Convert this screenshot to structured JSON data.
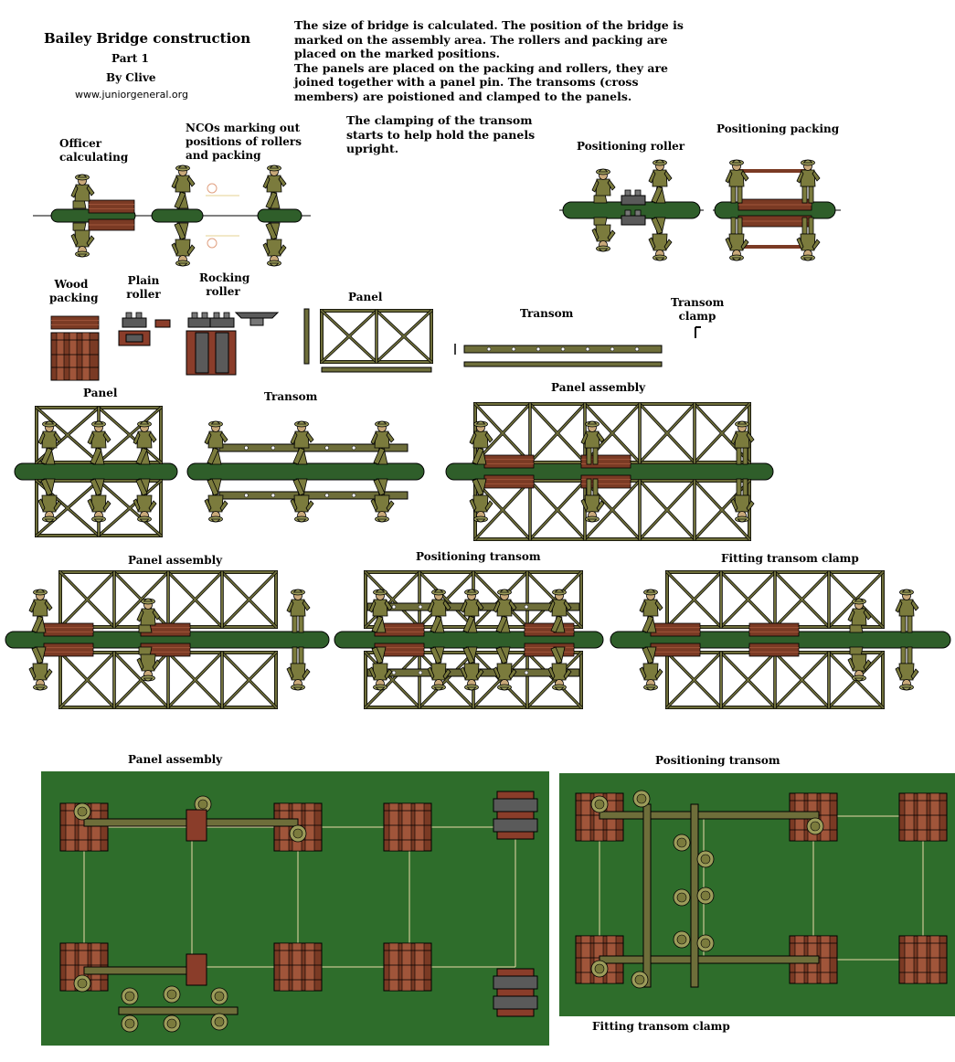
{
  "header": {
    "title": "Bailey Bridge construction",
    "part": "Part 1",
    "author": "By Clive",
    "website": "www.juniorgeneral.org"
  },
  "notes": {
    "intro": [
      "The size of bridge is calculated. The position of the bridge is",
      "marked on the assembly area. The rollers and packing are",
      "placed on the marked positions.",
      "The panels are placed on the packing and rollers, they are",
      "joined together with a panel pin. The transoms (cross",
      "members) are poistioned and clamped to the panels."
    ],
    "clamping": [
      "The clamping of the transom",
      "starts to help hold the panels",
      "upright."
    ]
  },
  "labels": {
    "officer": [
      "Officer",
      "calculating"
    ],
    "ncos": [
      "NCOs marking out",
      "positions of rollers",
      "and packing"
    ],
    "positioning_roller": "Positioning roller",
    "positioning_packing": "Positioning packing",
    "wood_packing": [
      "Wood",
      "packing"
    ],
    "plain_roller": [
      "Plain",
      "roller"
    ],
    "rocking_roller": [
      "Rocking",
      "roller"
    ],
    "panel_part": "Panel",
    "transom_part": "Transom",
    "transom_clamp": [
      "Transom",
      "clamp"
    ],
    "row2_panel": "Panel",
    "row2_transom": "Transom",
    "row2_panel_assembly": "Panel assembly",
    "row3_panel_assembly": "Panel assembly",
    "row3_positioning_transom": "Positioning transom",
    "row3_fitting_clamp": "Fitting transom clamp",
    "plan_panel_assembly": "Panel assembly",
    "plan_positioning_transom": "Positioning transom",
    "plan_fitting_clamp": "Fitting transom clamp"
  },
  "colors": {
    "khaki": "#7b7b3d",
    "khaki_light": "#9c9c5a",
    "base_green": "#2f5e2a",
    "field_green": "#2e6d2b",
    "wood": "#7a3a24",
    "wood_light": "#a0553a",
    "steel": "#6e6e3a",
    "steel_dark": "#3a3a20",
    "roller_grey": "#5a5a5a",
    "tape": "#e9d9a8"
  }
}
